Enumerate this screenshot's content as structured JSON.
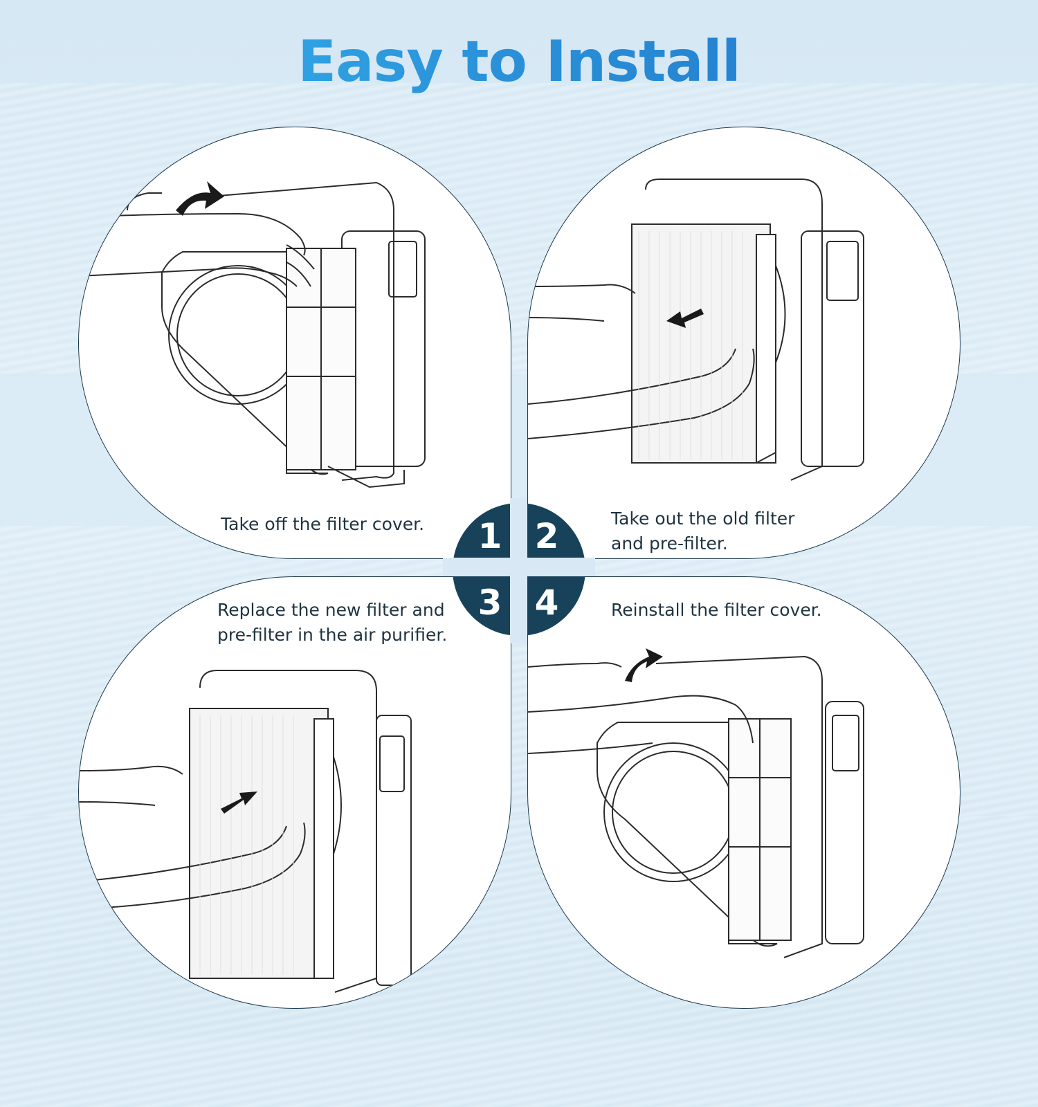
{
  "title": "Easy to Install",
  "steps": [
    {
      "number": "1",
      "caption": "Take off the filter cover."
    },
    {
      "number": "2",
      "caption_line1": "Take out the old filter",
      "caption_line2": "and pre-filter."
    },
    {
      "number": "3",
      "caption_line1": "Replace the new filter and",
      "caption_line2": "pre-filter in the air purifier."
    },
    {
      "number": "4",
      "caption": "Reinstall the filter cover."
    }
  ],
  "colors": {
    "title_gradient_start": "#36b9f0",
    "title_gradient_end": "#1f74c8",
    "badge": "#17425a",
    "panel_border": "#1d3a4d",
    "caption_text": "#1f3340"
  },
  "icons": [
    "hand-icon",
    "arrow-icon",
    "air-purifier-icon",
    "filter-icon"
  ]
}
